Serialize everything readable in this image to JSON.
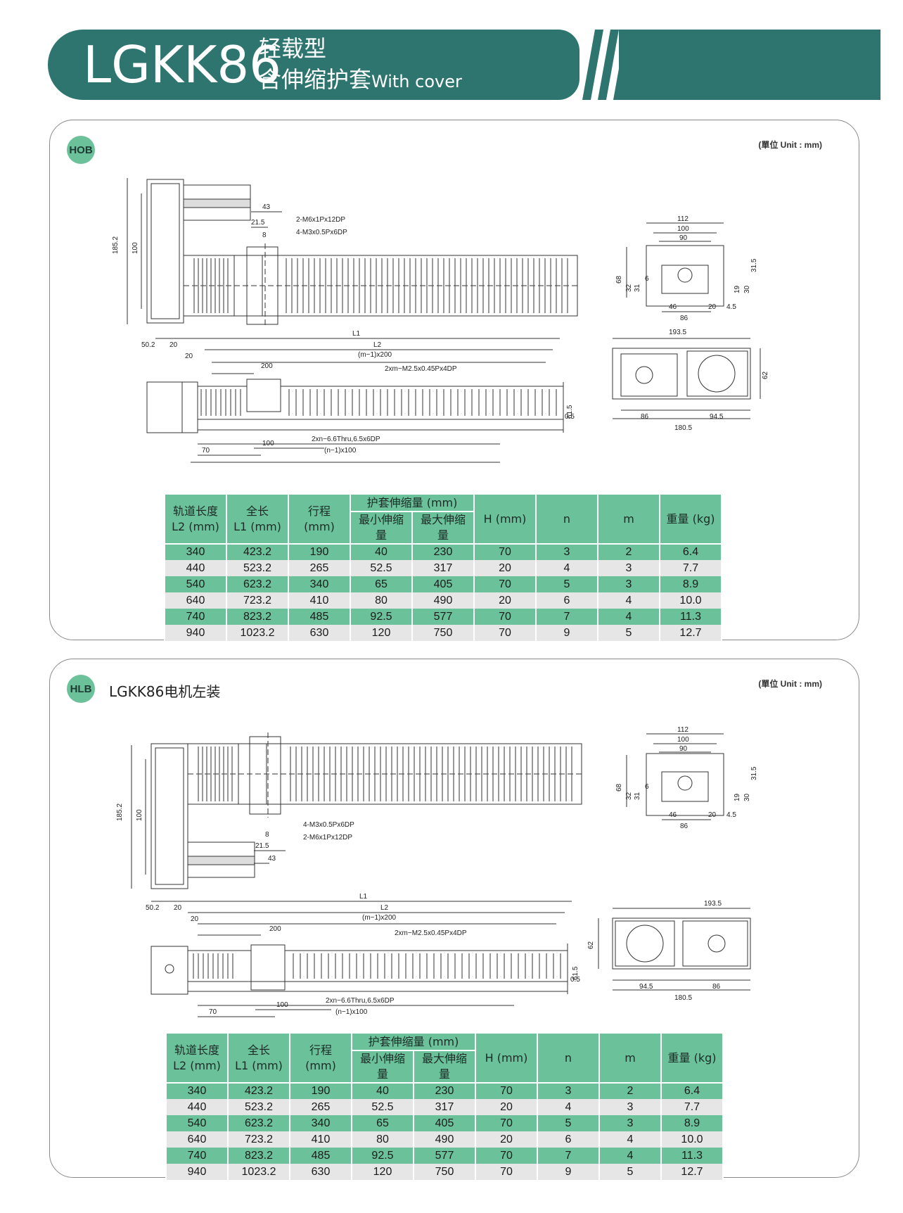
{
  "header": {
    "model": "LGKK86",
    "subtitle_line1": "轻载型",
    "subtitle_line2": "含伸缩护套",
    "subtitle_en": "With cover"
  },
  "unit_label": "(單位 Unit : mm)",
  "panels": [
    {
      "tag": "HOB",
      "title": "",
      "dims": {
        "a185": "185.2",
        "a100": "100",
        "a43": "43",
        "a215": "21.5",
        "a8": "8",
        "hole1": "2-M6x1Px12DP",
        "hole2": "4-M3x0.5Px6DP",
        "L1": "L1",
        "a502": "50.2",
        "a20a": "20",
        "L2": "L2",
        "m200": "(m−1)x200",
        "a20b": "20",
        "a200": "200",
        "tap": "2xm−M2.5x0.45Px4DP",
        "a615": "61.5",
        "a05": "0.5",
        "a70": "70",
        "a100b": "100",
        "thru": "2xn−6.6Thru,6.5x6DP",
        "n100": "(n−1)x100",
        "e112": "112",
        "e100": "100",
        "e90": "90",
        "e68": "68",
        "e32": "32",
        "e31": "31",
        "e6": "6",
        "e315": "31.5",
        "e30": "30",
        "e19": "19",
        "e46": "46",
        "e20": "20",
        "e45": "4.5",
        "e86": "86",
        "t1935": "193.5",
        "t62": "62",
        "t86": "86",
        "t945": "94.5",
        "t1805": "180.5"
      }
    },
    {
      "tag": "HLB",
      "title": "LGKK86电机左装",
      "dims": {
        "a185": "185.2",
        "a100": "100",
        "a43": "43",
        "a215": "21.5",
        "a8": "8",
        "hole1": "4-M3x0.5Px6DP",
        "hole2": "2-M6x1Px12DP",
        "L1": "L1",
        "a502": "50.2",
        "a20a": "20",
        "L2": "L2",
        "m200": "(m−1)x200",
        "a20b": "20",
        "a200": "200",
        "tap": "2xm−M2.5x0.45Px4DP",
        "a615": "61.5",
        "a05": "0.5",
        "a70": "70",
        "a100b": "100",
        "thru": "2xn−6.6Thru,6.5x6DP",
        "n100": "(n−1)x100",
        "e112": "112",
        "e100": "100",
        "e90": "90",
        "e68": "68",
        "e32": "32",
        "e31": "31",
        "e6": "6",
        "e315": "31.5",
        "e30": "30",
        "e19": "19",
        "e46": "46",
        "e20": "20",
        "e45": "4.5",
        "e86": "86",
        "t1935": "193.5",
        "t62": "62",
        "t86": "86",
        "t945": "94.5",
        "t1805": "180.5"
      }
    }
  ],
  "table": {
    "headers": {
      "rail": "轨道长度",
      "rail_unit": "L2 (mm)",
      "total": "全长",
      "total_unit": "L1 (mm)",
      "stroke": "行程",
      "stroke_unit": "(mm)",
      "cover": "护套伸缩量 (mm)",
      "cover_min": "最小伸缩量",
      "cover_max": "最大伸缩量",
      "h": "H (mm)",
      "n": "n",
      "m": "m",
      "weight": "重量 (kg)"
    },
    "rows": [
      [
        "340",
        "423.2",
        "190",
        "40",
        "230",
        "70",
        "3",
        "2",
        "6.4"
      ],
      [
        "440",
        "523.2",
        "265",
        "52.5",
        "317",
        "20",
        "4",
        "3",
        "7.7"
      ],
      [
        "540",
        "623.2",
        "340",
        "65",
        "405",
        "70",
        "5",
        "3",
        "8.9"
      ],
      [
        "640",
        "723.2",
        "410",
        "80",
        "490",
        "20",
        "6",
        "4",
        "10.0"
      ],
      [
        "740",
        "823.2",
        "485",
        "92.5",
        "577",
        "70",
        "7",
        "4",
        "11.3"
      ],
      [
        "940",
        "1023.2",
        "630",
        "120",
        "750",
        "70",
        "9",
        "5",
        "12.7"
      ]
    ]
  }
}
